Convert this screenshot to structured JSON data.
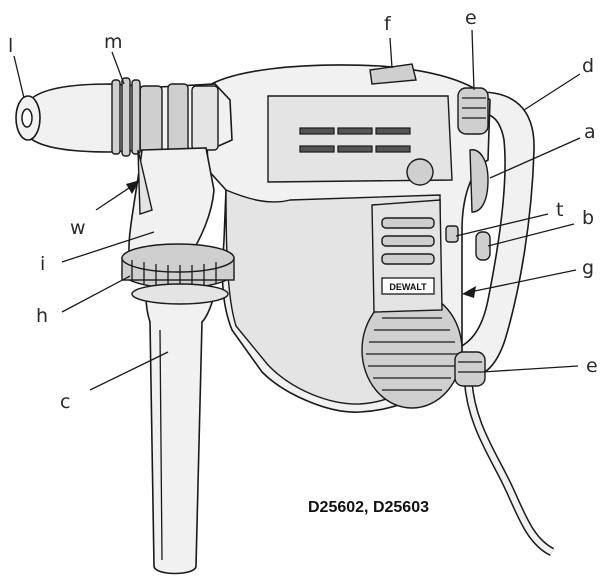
{
  "labels": {
    "l": "l",
    "m": "m",
    "f": "f",
    "e_top": "e",
    "d": "d",
    "a": "a",
    "t": "t",
    "b": "b",
    "g": "g",
    "e_bottom": "e",
    "w": "w",
    "i": "i",
    "h": "h",
    "c": "c"
  },
  "brand_plate": "DEWALT",
  "model_text": "D25602, D25603"
}
